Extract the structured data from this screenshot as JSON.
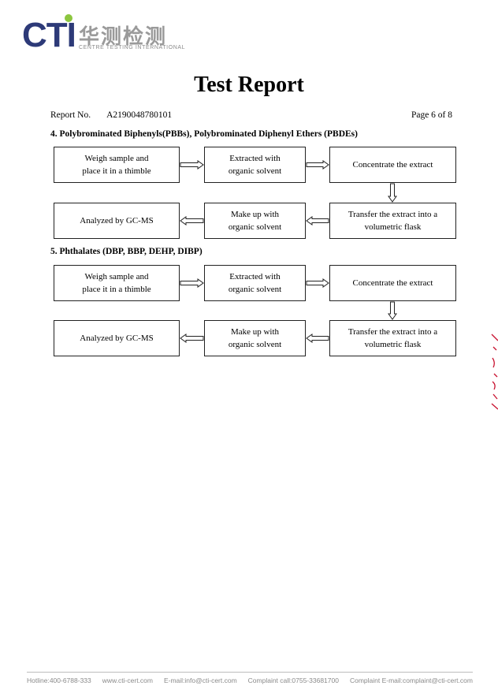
{
  "header": {
    "logo_text": "CTI",
    "logo_chinese": "华测检测",
    "logo_tagline": "CENTRE TESTING INTERNATIONAL",
    "title": "Test Report"
  },
  "report": {
    "report_no_label": "Report No.",
    "report_no": "A2190048780101",
    "page": "Page 6 of 8"
  },
  "sections": [
    {
      "heading": "4. Polybrominated Biphenyls(PBBs), Polybrominated Diphenyl Ethers (PBDEs)",
      "steps": [
        {
          "line1": "Weigh sample and",
          "line2": "place it in a thimble"
        },
        {
          "line1": "Extracted with",
          "line2": "organic solvent"
        },
        {
          "line1": "Concentrate the extract",
          "line2": ""
        },
        {
          "line1": "Transfer the extract into a",
          "line2": "volumetric flask"
        },
        {
          "line1": "Make up with",
          "line2": "organic solvent"
        },
        {
          "line1": "Analyzed by GC-MS",
          "line2": ""
        }
      ]
    },
    {
      "heading": "5. Phthalates (DBP, BBP, DEHP, DIBP)",
      "steps": [
        {
          "line1": "Weigh sample and",
          "line2": "place it in a thimble"
        },
        {
          "line1": "Extracted with",
          "line2": "organic solvent"
        },
        {
          "line1": "Concentrate the extract",
          "line2": ""
        },
        {
          "line1": "Transfer the extract into a",
          "line2": "volumetric flask"
        },
        {
          "line1": "Make up with",
          "line2": "organic solvent"
        },
        {
          "line1": "Analyzed by GC-MS",
          "line2": ""
        }
      ]
    }
  ],
  "footer": {
    "hotline": "Hotline:400-6788-333",
    "website": "www.cti-cert.com",
    "email": "E-mail:info@cti-cert.com",
    "complaint_call": "Complaint call:0755-33681700",
    "complaint_email": "Complaint E-mail:complaint@cti-cert.com"
  },
  "colors": {
    "brand_blue": "#2d3a78",
    "brand_green": "#8cc63f",
    "stamp_red": "#c8102e",
    "footer_gray": "#8a8a8a"
  }
}
